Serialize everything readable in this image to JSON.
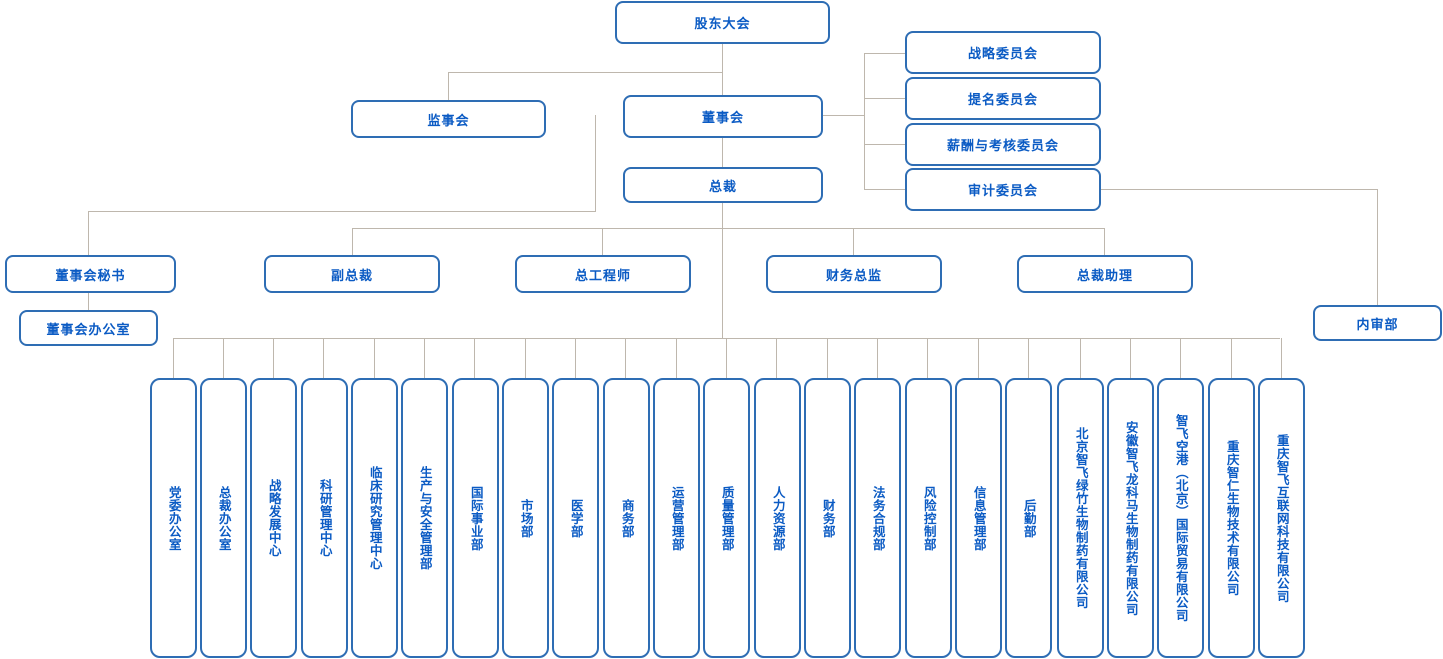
{
  "chart_title": "",
  "theme": {
    "box_border": "#2E6DB4",
    "box_text": "#0B5BC4",
    "connector": "#BEB7AD",
    "background": "#FFFFFF"
  },
  "org": {
    "shareholders_meeting": "股东大会",
    "board_of_supervisors": "监事会",
    "board_of_directors": "董事会",
    "president": "总裁",
    "internal_audit": "内审部",
    "committees": [
      "战略委员会",
      "提名委员会",
      "薪酬与考核委员会",
      "审计委员会"
    ],
    "executives": [
      "董事会秘书",
      "副总裁",
      "总工程师",
      "财务总监",
      "总裁助理"
    ],
    "board_office": "董事会办公室",
    "departments": [
      "党委办公室",
      "总裁办公室",
      "战略发展中心",
      "科研管理中心",
      "临床研究管理中心",
      "生产与安全管理部",
      "国际事业部",
      "市场部",
      "医学部",
      "商务部",
      "运营管理部",
      "质量管理部",
      "人力资源部",
      "财务部",
      "法务合规部",
      "风险控制部",
      "信息管理部",
      "后勤部",
      "北京智飞绿竹生物制药有限公司",
      "安徽智飞龙科马生物制药有限公司",
      "智飞空港（北京）国际贸易有限公司",
      "重庆智仁生物技术有限公司",
      "重庆智飞互联网科技有限公司"
    ]
  }
}
